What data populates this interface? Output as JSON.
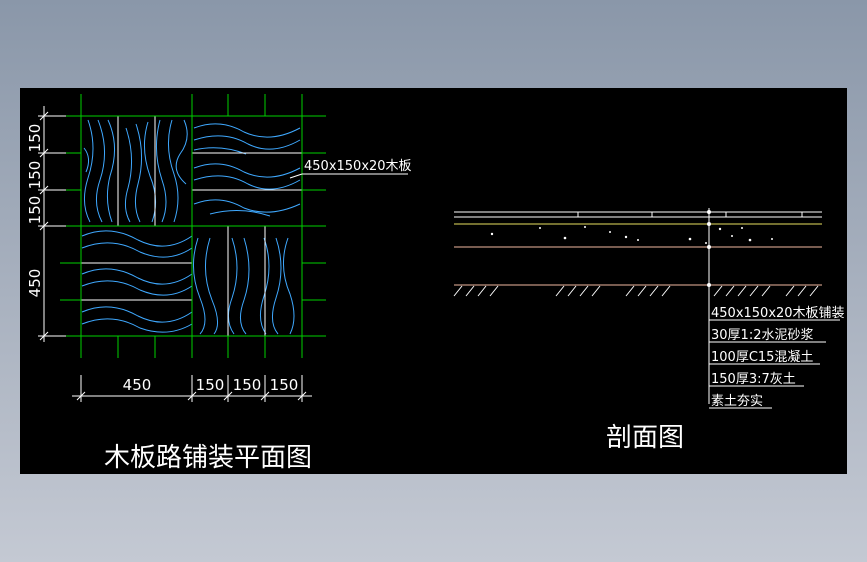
{
  "plan": {
    "title": "木板路铺装平面图",
    "callout": "450x150x20木板",
    "vertical_dims": [
      "150",
      "150",
      "150",
      "450"
    ],
    "horizontal_dims": [
      "450",
      "150",
      "150",
      "150"
    ]
  },
  "section": {
    "title": "剖面图",
    "layers": [
      "450x150x20木板铺装",
      "30厚1:2水泥砂浆",
      "100厚C15混凝土",
      "150厚3:7灰土",
      "素土夯实"
    ]
  },
  "colors": {
    "background": "#000000",
    "grid_green": "#00d000",
    "wood_grain": "#3fa9ff",
    "board_white": "#ffffff",
    "mortar_yellow": "#e8e060",
    "concrete_pink": "#f0b8a0"
  }
}
